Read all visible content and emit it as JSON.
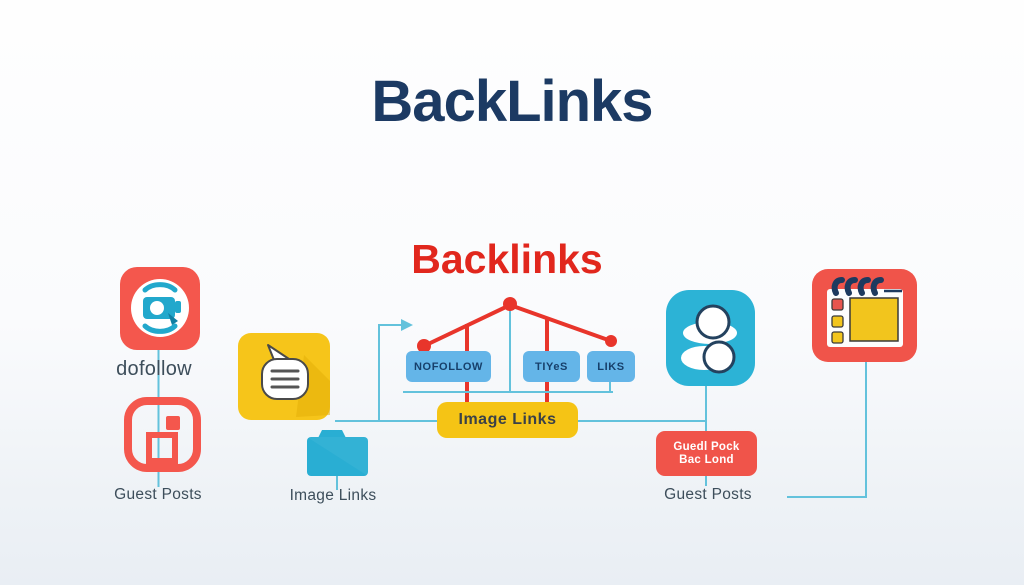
{
  "titles": {
    "main": "BackLinks",
    "sub": "Backlinks"
  },
  "left_column": {
    "dofollow_label": "dofollow",
    "guest_posts_label": "Guest Posts"
  },
  "middle_column": {
    "image_links_label": "Image Links"
  },
  "tree": {
    "boxes": [
      {
        "label": "NOFOLLOW"
      },
      {
        "label": "TIYeS"
      },
      {
        "label": "LIKS"
      }
    ],
    "hub_label": "Image Links"
  },
  "right_column": {
    "red_box_line1": "Guedl Pock",
    "red_box_line2": "Bac Lond",
    "guest_posts_label": "Guest Posts"
  },
  "icons": [
    {
      "name": "camera-search-icon",
      "meaning": "dofollow"
    },
    {
      "name": "door-icon",
      "meaning": "guest posts"
    },
    {
      "name": "speech-bubble-icon",
      "meaning": "comments"
    },
    {
      "name": "folder-icon",
      "meaning": "image links"
    },
    {
      "name": "people-icon",
      "meaning": "guest posts"
    },
    {
      "name": "browser-window-icon",
      "meaning": "backlink page"
    }
  ],
  "colors": {
    "navy_title": "#1C3A63",
    "red_title": "#E1271D",
    "red_icon": "#F0544A",
    "red_line": "#E8352B",
    "yellow": "#F5C415",
    "cyan_icon": "#29AED3",
    "line_cyan": "#63C2DC",
    "blue_box": "#64B5E8",
    "label_text": "#3D4E5B"
  }
}
